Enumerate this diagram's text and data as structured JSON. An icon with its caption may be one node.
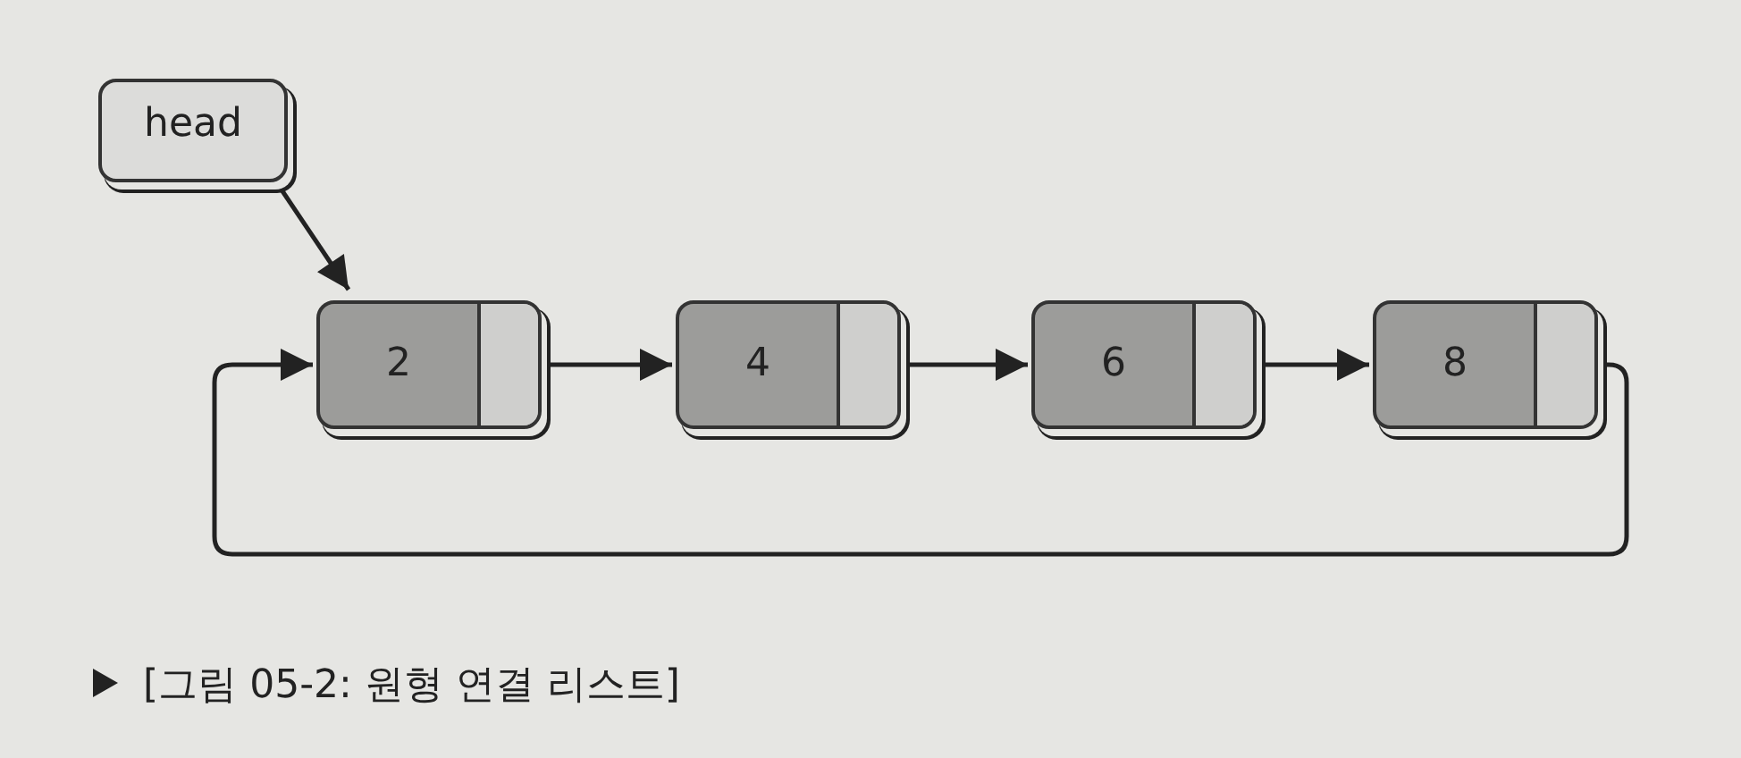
{
  "diagram": {
    "caption": "[그림 05-2: 원형 연결 리스트]",
    "nodes": [
      {
        "text": [
          "head"
        ]
      },
      {
        "text": [
          "2"
        ]
      },
      {
        "text": [
          "4"
        ]
      },
      {
        "text": [
          "6"
        ]
      },
      {
        "text": [
          "8"
        ]
      }
    ],
    "edges": [
      {
        "from": 0,
        "to": 1,
        "arrow": "to"
      },
      {
        "from": 1,
        "to": 2,
        "arrow": "to"
      },
      {
        "from": 2,
        "to": 3,
        "arrow": "to"
      },
      {
        "from": 3,
        "to": 4,
        "arrow": "to"
      },
      {
        "from": 4,
        "to": 1,
        "arrow": "to"
      }
    ]
  }
}
